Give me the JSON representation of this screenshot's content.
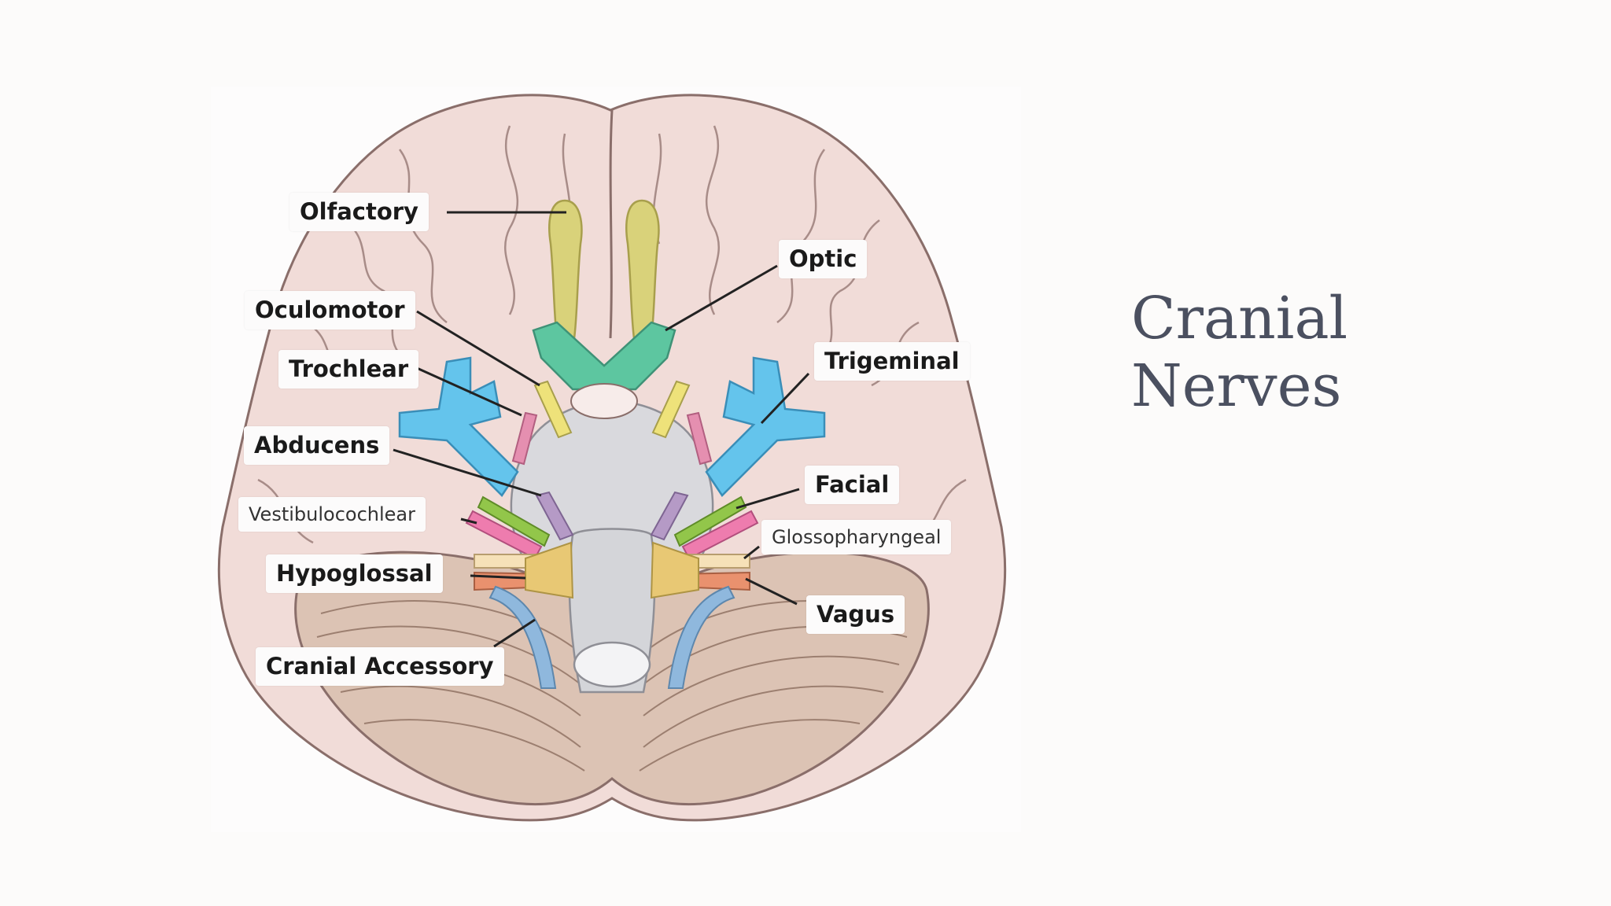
{
  "title": {
    "line1": "Cranial",
    "line2": "Nerves"
  },
  "labels": {
    "olfactory": "Olfactory",
    "optic": "Optic",
    "oculomotor": "Oculomotor",
    "trochlear": "Trochlear",
    "trigeminal": "Trigeminal",
    "abducens": "Abducens",
    "facial": "Facial",
    "vestibulocochlear": "Vestibulocochlear",
    "glossopharyngeal": "Glossopharyngeal",
    "hypoglossal": "Hypoglossal",
    "vagus": "Vagus",
    "cranial_accessory": "Cranial Accessory"
  },
  "colors": {
    "background": "#fcfbfa",
    "title": "#4b5060",
    "cerebrum": "#f1dcd8",
    "cerebellum": "#dcc3b4",
    "brainstem": "#d7d8dc",
    "olfactory": "#d9d27a",
    "optic": "#5dc6a0",
    "oculomotor": "#eee27a",
    "trochlear": "#e58fb0",
    "trigeminal": "#64c4ec",
    "abducens": "#b59ac6",
    "facial": "#92c64a",
    "vestibulocochlear": "#ee7cae",
    "glossopharyngeal": "#f6e1b8",
    "vagus": "#e9916e",
    "hypoglossal": "#e8c874",
    "cranial_accessory": "#8fb8dd"
  }
}
